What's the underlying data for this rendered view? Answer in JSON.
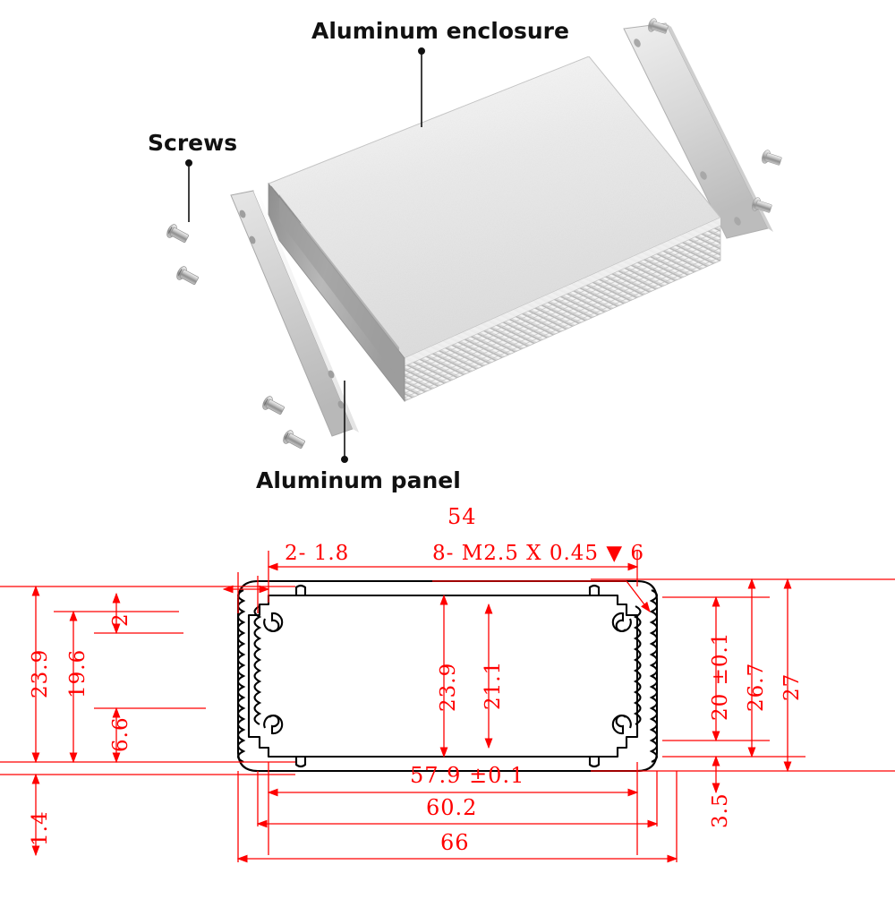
{
  "product": {
    "type": "aluminum extruded enclosure",
    "callouts": [
      {
        "id": "enclosure",
        "label": "Aluminum enclosure"
      },
      {
        "id": "screws",
        "label": "Screws"
      },
      {
        "id": "panel",
        "label": "Aluminum panel"
      }
    ],
    "parts": {
      "enclosure_body": "extruded aluminum shell with heatsink fins",
      "front_panel": "Aluminum panel",
      "rear_bracket": "mounting flange panel",
      "screw_count": 4,
      "bracket_screw_count": 3
    }
  },
  "drawing": {
    "title": "cross-section dimension drawing",
    "units": "mm",
    "line_color": "#000000",
    "dimension_color": "#ff0000",
    "dimensions": {
      "top": [
        {
          "id": "width-54",
          "value": "54",
          "orientation": "horizontal"
        },
        {
          "id": "wall-2-1.8",
          "value": "2- 1.8",
          "orientation": "horizontal"
        },
        {
          "id": "thread-note",
          "value": "8- M2.5 X 0.45 ▼ 6",
          "orientation": "horizontal"
        }
      ],
      "left": [
        {
          "id": "h-23.9",
          "value": "23.9",
          "orientation": "vertical"
        },
        {
          "id": "h-19.6",
          "value": "19.6",
          "orientation": "vertical"
        },
        {
          "id": "h-2",
          "value": "2",
          "orientation": "vertical"
        },
        {
          "id": "h-6.6",
          "value": "6.6",
          "orientation": "vertical"
        },
        {
          "id": "h-1.4",
          "value": "1.4",
          "orientation": "vertical"
        }
      ],
      "inner": [
        {
          "id": "inner-23.9",
          "value": "23.9",
          "orientation": "vertical"
        },
        {
          "id": "inner-21.1",
          "value": "21.1",
          "orientation": "vertical"
        }
      ],
      "right": [
        {
          "id": "h-20-tol",
          "value": "20 ±0.1",
          "orientation": "vertical"
        },
        {
          "id": "h-26.7",
          "value": "26.7",
          "orientation": "vertical"
        },
        {
          "id": "h-27",
          "value": "27",
          "orientation": "vertical"
        },
        {
          "id": "h-3.5",
          "value": "3.5",
          "orientation": "vertical"
        }
      ],
      "bottom": [
        {
          "id": "w-57.9-tol",
          "value": "57.9 ±0.1",
          "orientation": "horizontal"
        },
        {
          "id": "w-60.2",
          "value": "60.2",
          "orientation": "horizontal"
        },
        {
          "id": "w-66",
          "value": "66",
          "orientation": "horizontal"
        }
      ]
    }
  }
}
